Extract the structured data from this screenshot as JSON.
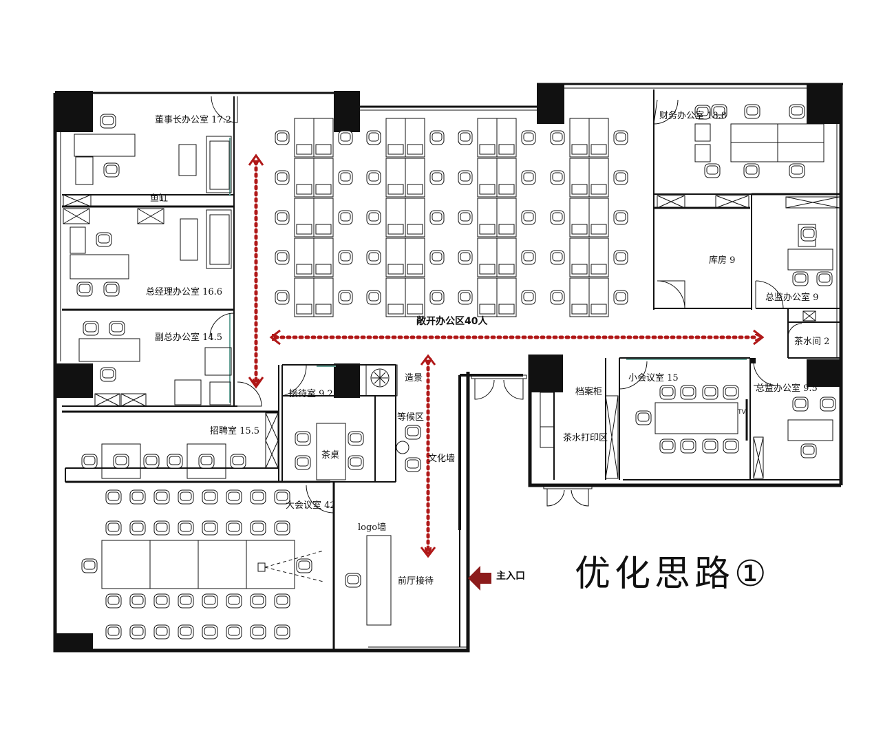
{
  "title": "优化思路①",
  "open_area_label": "敞开办公区40人",
  "entrance_label": "主入口",
  "rooms": {
    "chairman": "董事长办公室 17.2",
    "fish_tank": "鱼缸",
    "general_manager": "总经理办公室 16.6",
    "deputy_manager": "副总办公室 14.5",
    "recruitment": "招聘室 15.5",
    "reception_room": "接待室 9.2",
    "landscape": "造景",
    "waiting_area": "等候区",
    "tea_table": "茶桌",
    "culture_wall": "文化墙",
    "big_meeting": "大会议室 42",
    "logo_wall": "logo墙",
    "front_desk": "前厅接待",
    "finance": "财务办公室 18.8",
    "storage": "库房 9",
    "director_top": "总监办公室 9",
    "tea_room": "茶水间 2",
    "archive": "档案柜",
    "small_meeting": "小会议室 15",
    "director_bottom": "总监办公室 9.5",
    "tea_print": "茶水打印区",
    "tv": "TV"
  },
  "colors": {
    "wall": "#111111",
    "arrow": "#b01818",
    "entrance_arrow": "#8c1b1b",
    "glass": "#6aa59a"
  }
}
